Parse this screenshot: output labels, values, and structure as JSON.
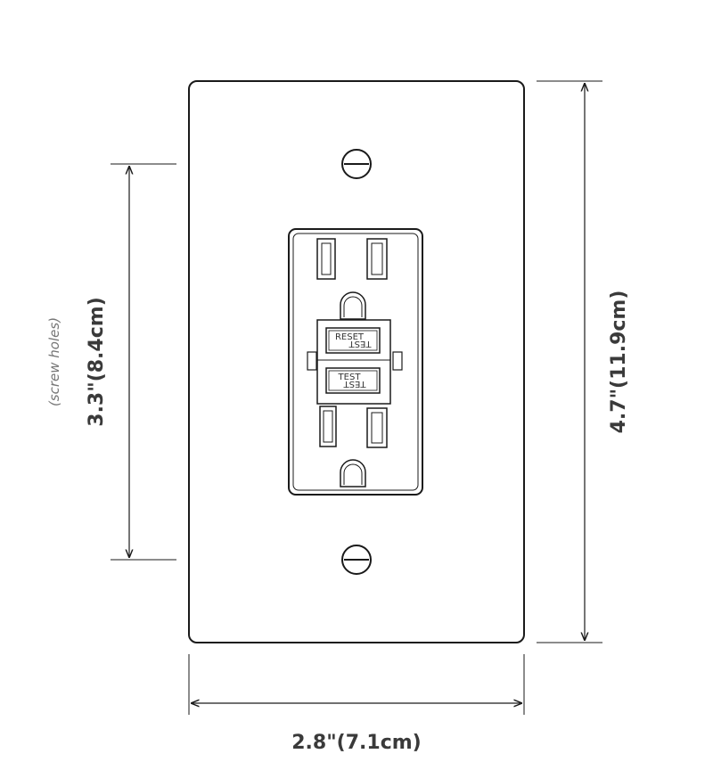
{
  "dimensions": {
    "height_label": "4.7\"(11.9cm)",
    "screw_spacing_label": "3.3\"(8.4cm)",
    "screw_note": "(screw holes)",
    "width_label": "2.8\"(7.1cm)"
  },
  "outlet": {
    "reset_label": "RESET",
    "reset_mirror_label": "TEST",
    "test_label": "TEST",
    "test_mirror_label": "TEST"
  },
  "colors": {
    "stroke": "#1a1a1a",
    "dimension_text": "#3a3a3a",
    "note_text": "#777777",
    "background": "#ffffff"
  }
}
